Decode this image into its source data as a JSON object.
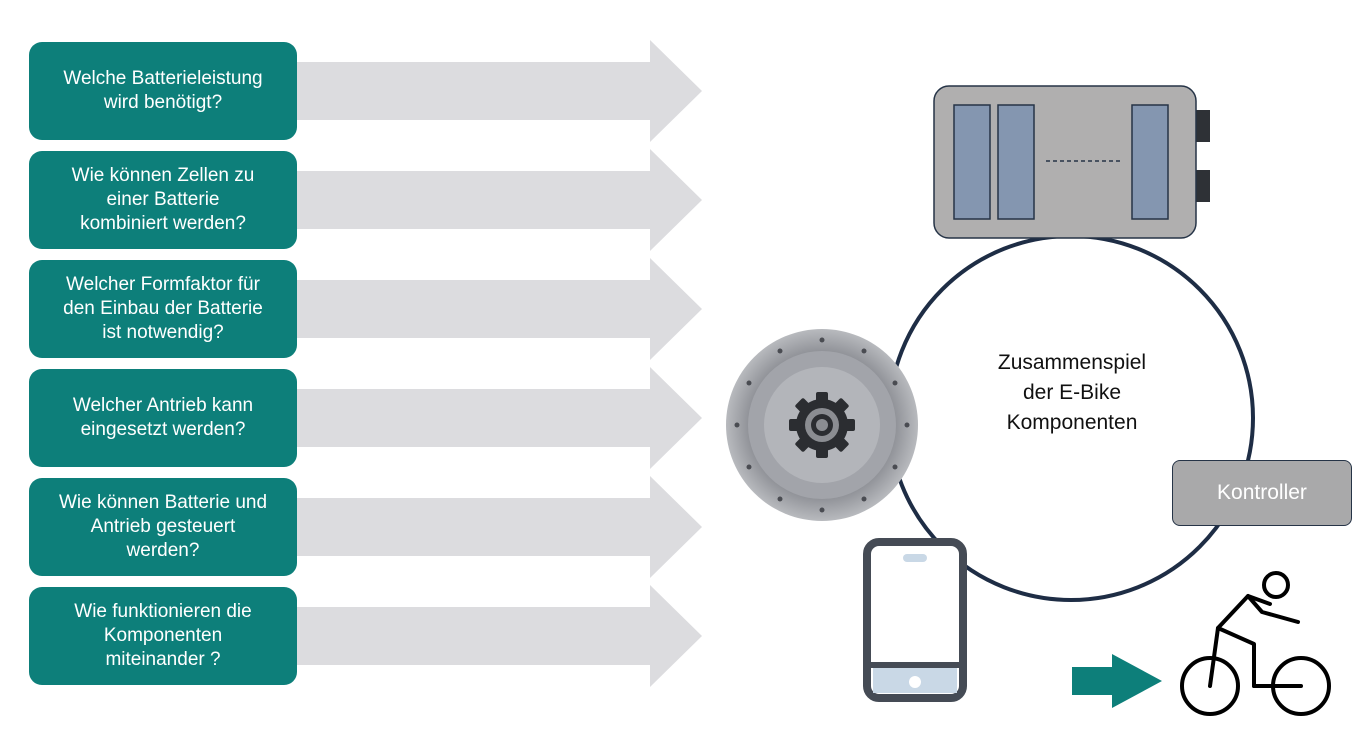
{
  "questions": [
    "Welche Batterieleistung\nwird benötigt?",
    "Wie können Zellen zu\neiner Batterie\nkombiniert werden?",
    "Welcher Formfaktor  für\nden Einbau der Batterie\nist notwendig?",
    "Welcher Antrieb kann\neingesetzt werden?",
    "Wie können Batterie und\nAntrieb gesteuert\nwerden?",
    "Wie funktionieren die\nKomponenten\nmiteinander ?"
  ],
  "center_label": "Zusammenspiel\nder E-Bike\nKomponenten",
  "controller_label": "Kontroller",
  "battery_gap_marker": "-----------",
  "colors": {
    "question_box": "#0d7f7a",
    "arrow_fill": "#dcdcdf",
    "circle_stroke": "#1e2d45",
    "battery_body": "#b0afaf",
    "battery_cell": "#8496b0",
    "controller": "#a9a9aa",
    "phone_frame": "#454b55",
    "phone_screen_bottom": "#c9d8e6",
    "teal_arrow": "#0d7f7a"
  },
  "icons": [
    "battery-pack-icon",
    "hub-motor-icon",
    "smartphone-icon",
    "cyclist-icon",
    "right-arrow-icon"
  ]
}
